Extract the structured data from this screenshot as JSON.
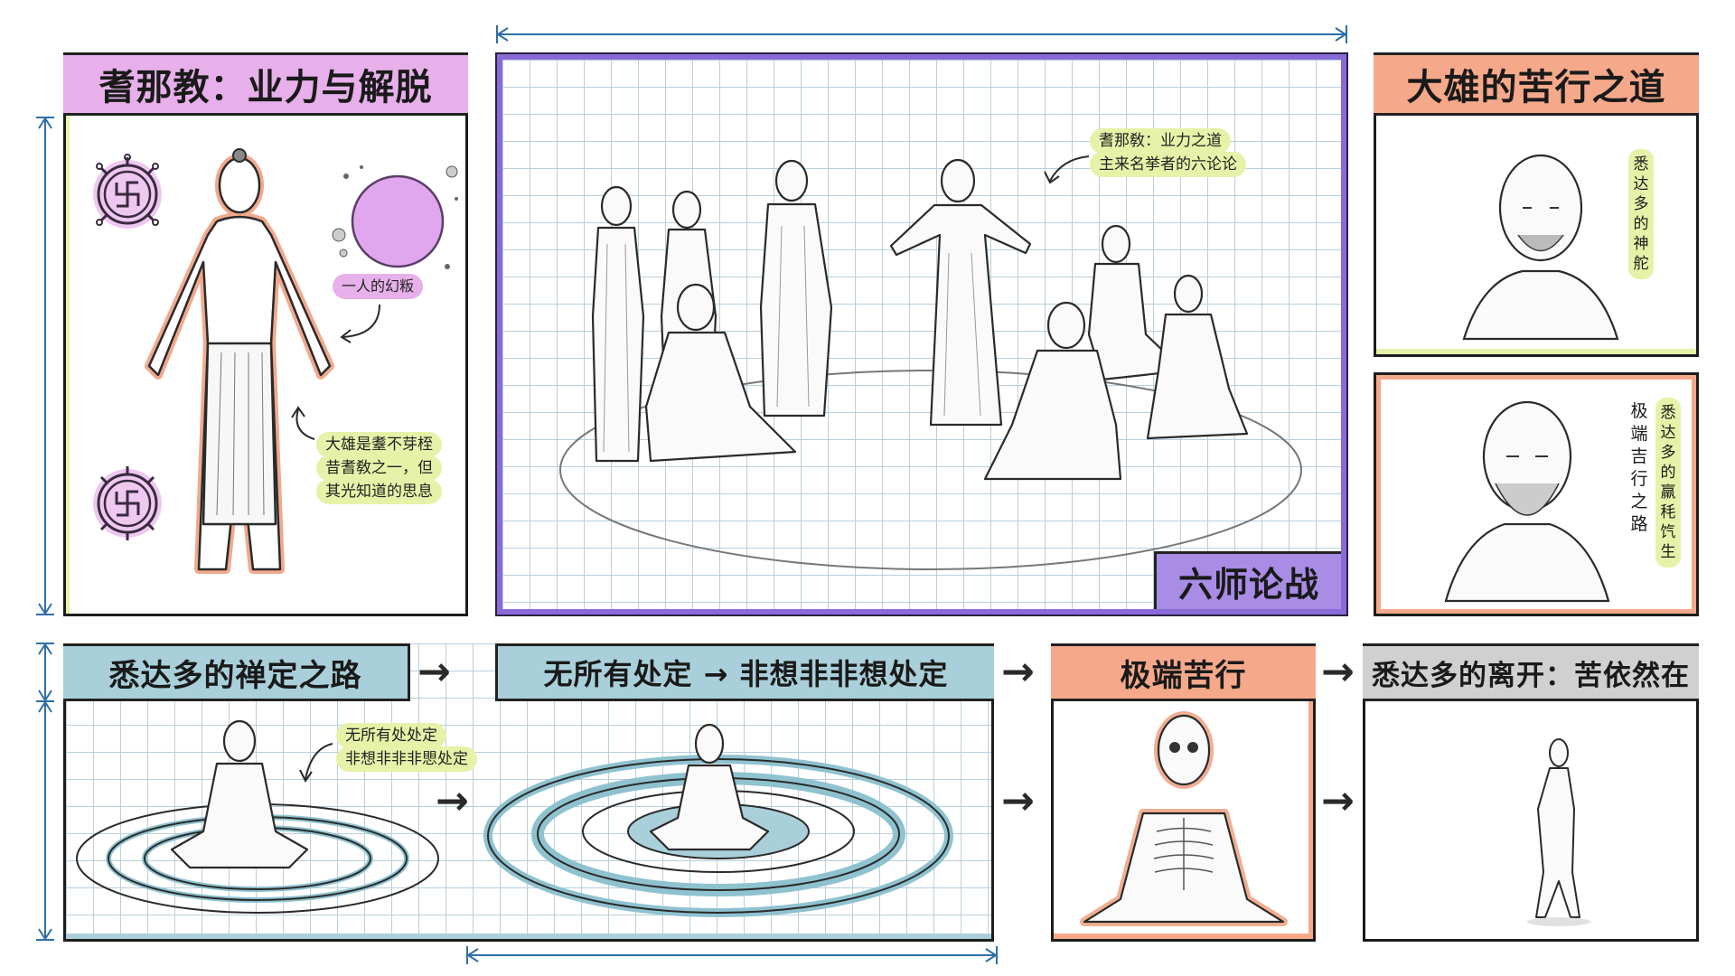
{
  "colors": {
    "jain_header": "#e7b0ea",
    "jain_accent": "#d58be0",
    "debate_frame": "#8a6ad8",
    "debate_label_bg": "#a88ce6",
    "mahavira_header": "#f5a98a",
    "mahavira_accent": "#f0a080",
    "meditation_header": "#a9d0da",
    "meditation_ring": "#8fc2cf",
    "ascetic_header": "#f5a98a",
    "departure_header": "#d0d0d0",
    "note_bg": "#e6f2a8",
    "dimension_arrow": "#2e6ea8",
    "grid_line": "#b9cfdc"
  },
  "jainism_panel": {
    "title": "耆那教：业力与解脱",
    "symbols": [
      "jain-swastika-wheel-icon",
      "jain-swastika-wheel-icon"
    ],
    "orb_note": "一人的幻粄",
    "figure_note_lines": [
      "大雄是耋不芽桎",
      "昔耆敎之一，但",
      "其光知道的思息"
    ]
  },
  "debate_panel": {
    "label": "六师论战",
    "note_lines": [
      "耆那敎：业力之道",
      "主来名挙者的六论论"
    ],
    "figure_count": 8
  },
  "mahavira_panel": {
    "title": "大雄的苦行之道",
    "top_note": "悉达多的神舵",
    "bottom_note": "悉达多的羸秏饩生",
    "bottom_plain": "极端吉行之路"
  },
  "bottom_row": {
    "meditation_header": "悉达多的禅定之路",
    "meditation_stage_header": "无所有处定 → 非想非非想处定",
    "meditation_note_lines": [
      "无所有处处定",
      "非想非非非愳处定"
    ],
    "ascetic_header": "极端苦行",
    "departure_header": "悉达多的离开：苦依然在",
    "flow_arrow": "→"
  }
}
